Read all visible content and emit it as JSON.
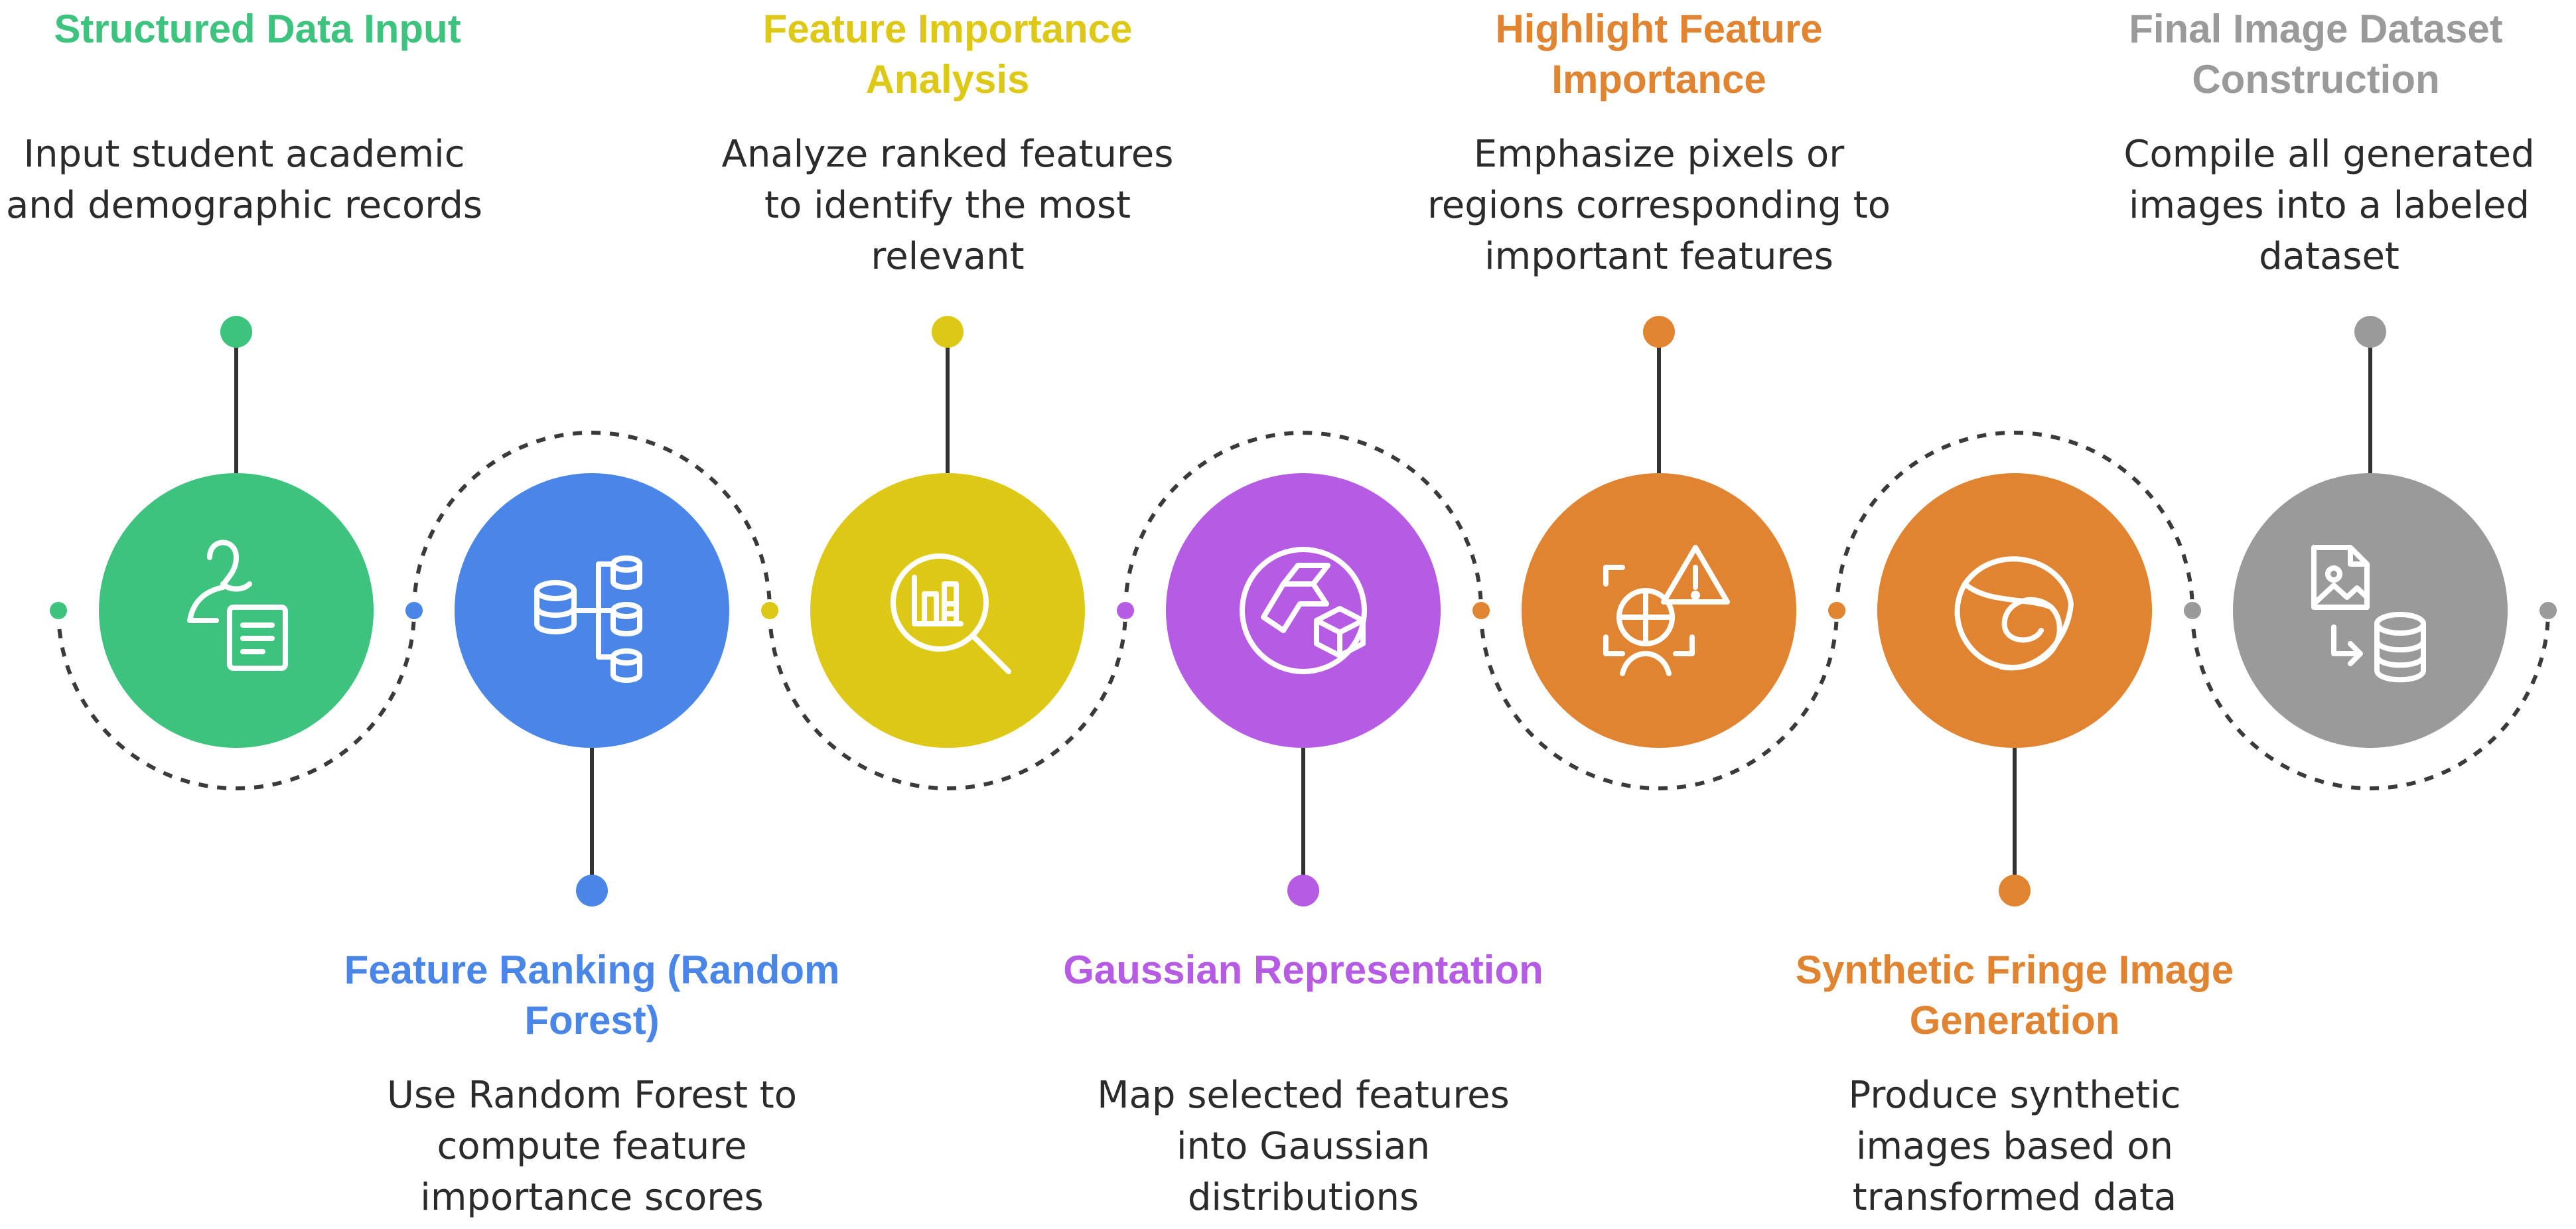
{
  "steps": [
    {
      "title": "Structured Data Input",
      "description": "Input student academic and demographic records",
      "color": "#3DC37E",
      "icon": "user-document-icon",
      "label_side": "top"
    },
    {
      "title": "Feature Ranking (Random Forest)",
      "description": "Use Random Forest to compute feature importance scores",
      "color": "#4A86E8",
      "icon": "database-tree-icon",
      "label_side": "bottom"
    },
    {
      "title": "Feature Importance Analysis",
      "description": "Analyze ranked features to identify the most relevant",
      "color": "#DDC816",
      "icon": "search-analysis-icon",
      "label_side": "top"
    },
    {
      "title": "Gaussian Representation",
      "description": "Map selected features into Gaussian distributions",
      "color": "#B65BE3",
      "icon": "cube-shape-icon",
      "label_side": "bottom"
    },
    {
      "title": "Highlight Feature Importance",
      "description": "Emphasize pixels or regions corresponding to important features",
      "color": "#E08431",
      "icon": "warning-focus-icon",
      "label_side": "top"
    },
    {
      "title": "Synthetic Fringe Image Generation",
      "description": "Produce synthetic images based on transformed data",
      "color": "#E08431",
      "icon": "swirl-icon",
      "label_side": "bottom"
    },
    {
      "title": "Final Image Dataset Construction",
      "description": "Compile all generated images into a labeled dataset",
      "color": "#9A9A9A",
      "icon": "image-database-icon",
      "label_side": "top"
    }
  ]
}
